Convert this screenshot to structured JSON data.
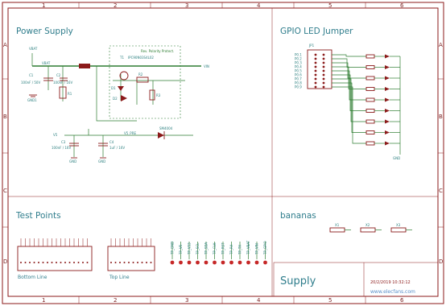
{
  "grid": {
    "columns": [
      "1",
      "2",
      "3",
      "4",
      "5",
      "6"
    ],
    "rows": [
      "A",
      "B",
      "C",
      "D"
    ]
  },
  "sections": {
    "power_supply": "Power Supply",
    "gpio_led_jumper": "GPIO LED Jumper",
    "test_points": "Test Points",
    "bananas": "bananas",
    "supply": "Supply"
  },
  "power": {
    "rev_polarity": "Rev. Polarity Protect.",
    "q1": "T1",
    "q1_part": "IPC90N03S4L02",
    "vbat": "VBAT",
    "vin": "VIN",
    "v5": "V5",
    "v5_pre": "V5_PRE",
    "vbat_pre": "VBAT",
    "c1": "C1",
    "c1_val": "100nF / 50V",
    "c2": "C2",
    "c2_val": "100nF / 16V",
    "c3": "C3",
    "c3_val": "100nF / 16V",
    "c4": "C4",
    "c4_val": "1uF / 16V",
    "r1": "R1",
    "r2": "R2",
    "r3": "R3",
    "d1": "D1",
    "d2": "D2",
    "d3": "SM4004",
    "gnd1": "GND1",
    "gnd2": "GND",
    "gnd3": "GND"
  },
  "gpio": {
    "header": "JP1",
    "gnd": "GND",
    "pins": [
      "P0.1",
      "P0.2",
      "P0.3",
      "P0.4",
      "P0.5",
      "P0.6",
      "P0.7",
      "P0.8",
      "P0.9"
    ]
  },
  "tests": {
    "bottom_line": "Bottom Line",
    "top_line": "Top Line",
    "tp_names": [
      "TP_GND",
      "TP_V5",
      "TP_V33",
      "TP_SCL",
      "TP_SDA",
      "TP_CLK",
      "TP_RST",
      "TP_RX",
      "TP_TX",
      "TP_VBAT",
      "TP_VIN",
      "TP_GPIO"
    ]
  },
  "banana_parts": [
    "X1",
    "X2",
    "X3"
  ],
  "title_block": {
    "date": "20/2/2019 10:32:12"
  },
  "watermark": "www.elecfans.com"
}
